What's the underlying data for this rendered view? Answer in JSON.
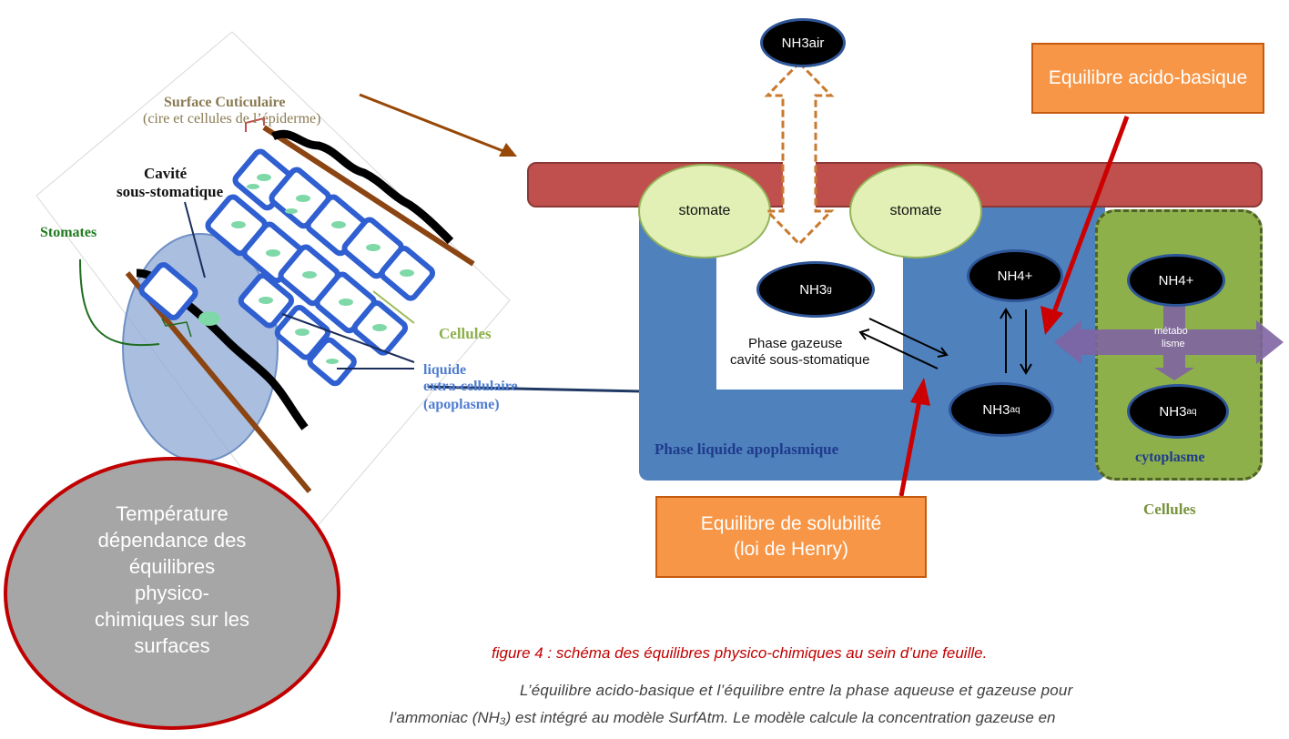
{
  "sketch": {
    "surface_title": "Surface Cuticulaire",
    "surface_sub": "(cire et cellules de l’épiderme)",
    "cavite_line1": "Cavité",
    "cavite_line2": "sous-stomatique",
    "stomates": "Stomates",
    "cellules": "Cellules",
    "liquide_line1": "liquide",
    "liquide_line2": "extra-cellulaire",
    "liquide_line3": "(apoplasme)"
  },
  "temperature_text": "Température dépendance des équilibres physico-chimiques sur les surfaces",
  "diagram": {
    "nh3air": "NH3air",
    "stomate_left": "stomate",
    "stomate_right": "stomate",
    "nh3g": "NH3",
    "nh3g_sub": "g",
    "gas_phase_line1": "Phase gazeuse",
    "gas_phase_line2": "cavité sous-stomatique",
    "nh4_apo": "NH4+",
    "nh3aq_apo": "NH3",
    "nh3aq_apo_sub": "aq",
    "nh4_cyto": "NH4+",
    "nh3aq_cyto": "NH3",
    "nh3aq_cyto_sub": "aq",
    "metabolisme_line1": "métabo",
    "metabolisme_line2": "lisme",
    "cytoplasme": "cytoplasme",
    "apoplasmic_phase": "Phase liquide apoplasmique",
    "cellules_label": "Cellules",
    "equilibre_acido": "Equilibre acido-basique",
    "equilibre_solub_line1": "Equilibre de solubilité",
    "equilibre_solub_line2": "(loi de Henry)"
  },
  "caption": "figure 4 : schéma des équilibres physico-chimiques au sein d’une feuille.",
  "body_text": {
    "line1": "L’équilibre acido-basique et l’équilibre entre la phase aqueuse et gazeuse pour",
    "line2": "l’ammoniac (NH₃) est intégré au modèle SurfAtm. Le modèle calcule la concentration gazeuse en"
  },
  "colors": {
    "cuticle": "#c0504d",
    "apoplasm": "#4f81bd",
    "cytoplasm": "#9bbb59",
    "orange_box": "#f79646",
    "arrow_red": "#cc0000",
    "metabolism": "#8064a2",
    "temperature_fill": "#a6a6a6",
    "temperature_border": "#c00000"
  }
}
